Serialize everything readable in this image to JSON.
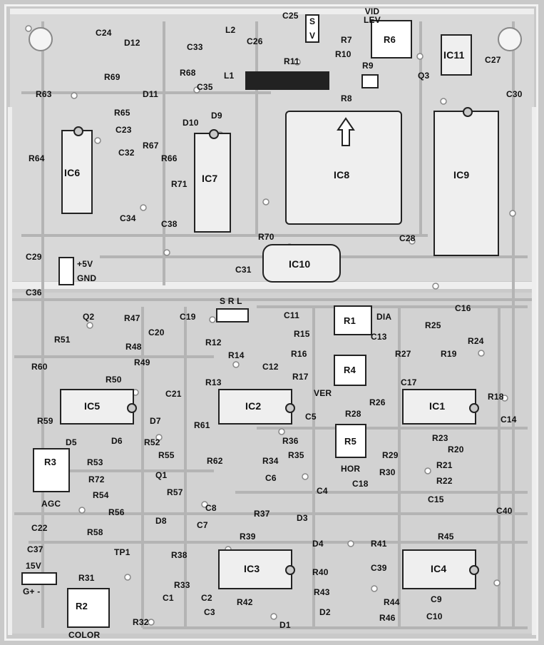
{
  "ics": [
    {
      "id": "IC1",
      "label": "IC1"
    },
    {
      "id": "IC2",
      "label": "IC2"
    },
    {
      "id": "IC3",
      "label": "IC3"
    },
    {
      "id": "IC4",
      "label": "IC4"
    },
    {
      "id": "IC5",
      "label": "IC5"
    },
    {
      "id": "IC6",
      "label": "IC6"
    },
    {
      "id": "IC7",
      "label": "IC7"
    },
    {
      "id": "IC8",
      "label": "IC8"
    },
    {
      "id": "IC9",
      "label": "IC9"
    },
    {
      "id": "IC10",
      "label": "IC10"
    },
    {
      "id": "IC11",
      "label": "IC11"
    }
  ],
  "pots": [
    {
      "id": "R1",
      "label": "R1",
      "caption": "DIA"
    },
    {
      "id": "R2",
      "label": "R2",
      "caption": "COLOR"
    },
    {
      "id": "R3",
      "label": "R3",
      "caption": "AGC"
    },
    {
      "id": "R4",
      "label": "R4",
      "caption": "VER"
    },
    {
      "id": "R5",
      "label": "R5",
      "caption": "HOR"
    },
    {
      "id": "R6",
      "label": "R6",
      "caption": "VID LEV"
    }
  ],
  "connectors": {
    "power": {
      "plus": "+5V",
      "gnd": "GND"
    },
    "supply15": {
      "label": "15V",
      "pins": "G+ -"
    },
    "srl": "S R L",
    "sv": [
      "S",
      "V"
    ],
    "test_point": "TP1"
  },
  "labels": {
    "resistors": [
      "R7",
      "R8",
      "R9",
      "R10",
      "R11",
      "R12",
      "R13",
      "R14",
      "R15",
      "R16",
      "R17",
      "R18",
      "R19",
      "R20",
      "R21",
      "R22",
      "R23",
      "R24",
      "R25",
      "R26",
      "R27",
      "R28",
      "R29",
      "R30",
      "R31",
      "R32",
      "R33",
      "R34",
      "R35",
      "R36",
      "R37",
      "R38",
      "R39",
      "R40",
      "R41",
      "R42",
      "R43",
      "R44",
      "R45",
      "R46",
      "R47",
      "R48",
      "R49",
      "R50",
      "R51",
      "R52",
      "R53",
      "R54",
      "R55",
      "R56",
      "R57",
      "R58",
      "R59",
      "R60",
      "R61",
      "R62",
      "R63",
      "R64",
      "R65",
      "R66",
      "R67",
      "R68",
      "R69",
      "R70",
      "R71",
      "R72"
    ],
    "capacitors": [
      "C1",
      "C2",
      "C3",
      "C4",
      "C5",
      "C6",
      "C7",
      "C8",
      "C9",
      "C10",
      "C11",
      "C12",
      "C13",
      "C14",
      "C15",
      "C16",
      "C17",
      "C18",
      "C19",
      "C20",
      "C21",
      "C22",
      "C23",
      "C24",
      "C25",
      "C26",
      "C27",
      "C28",
      "C29",
      "C30",
      "C31",
      "C32",
      "C33",
      "C34",
      "C35",
      "C36",
      "C37",
      "C38",
      "C39",
      "C40"
    ],
    "diodes": [
      "D1",
      "D2",
      "D3",
      "D4",
      "D5",
      "D6",
      "D7",
      "D8",
      "D9",
      "D10",
      "D11",
      "D12"
    ],
    "transistors": [
      "Q1",
      "Q2",
      "Q3"
    ],
    "inductors": [
      "L1",
      "L2"
    ]
  }
}
